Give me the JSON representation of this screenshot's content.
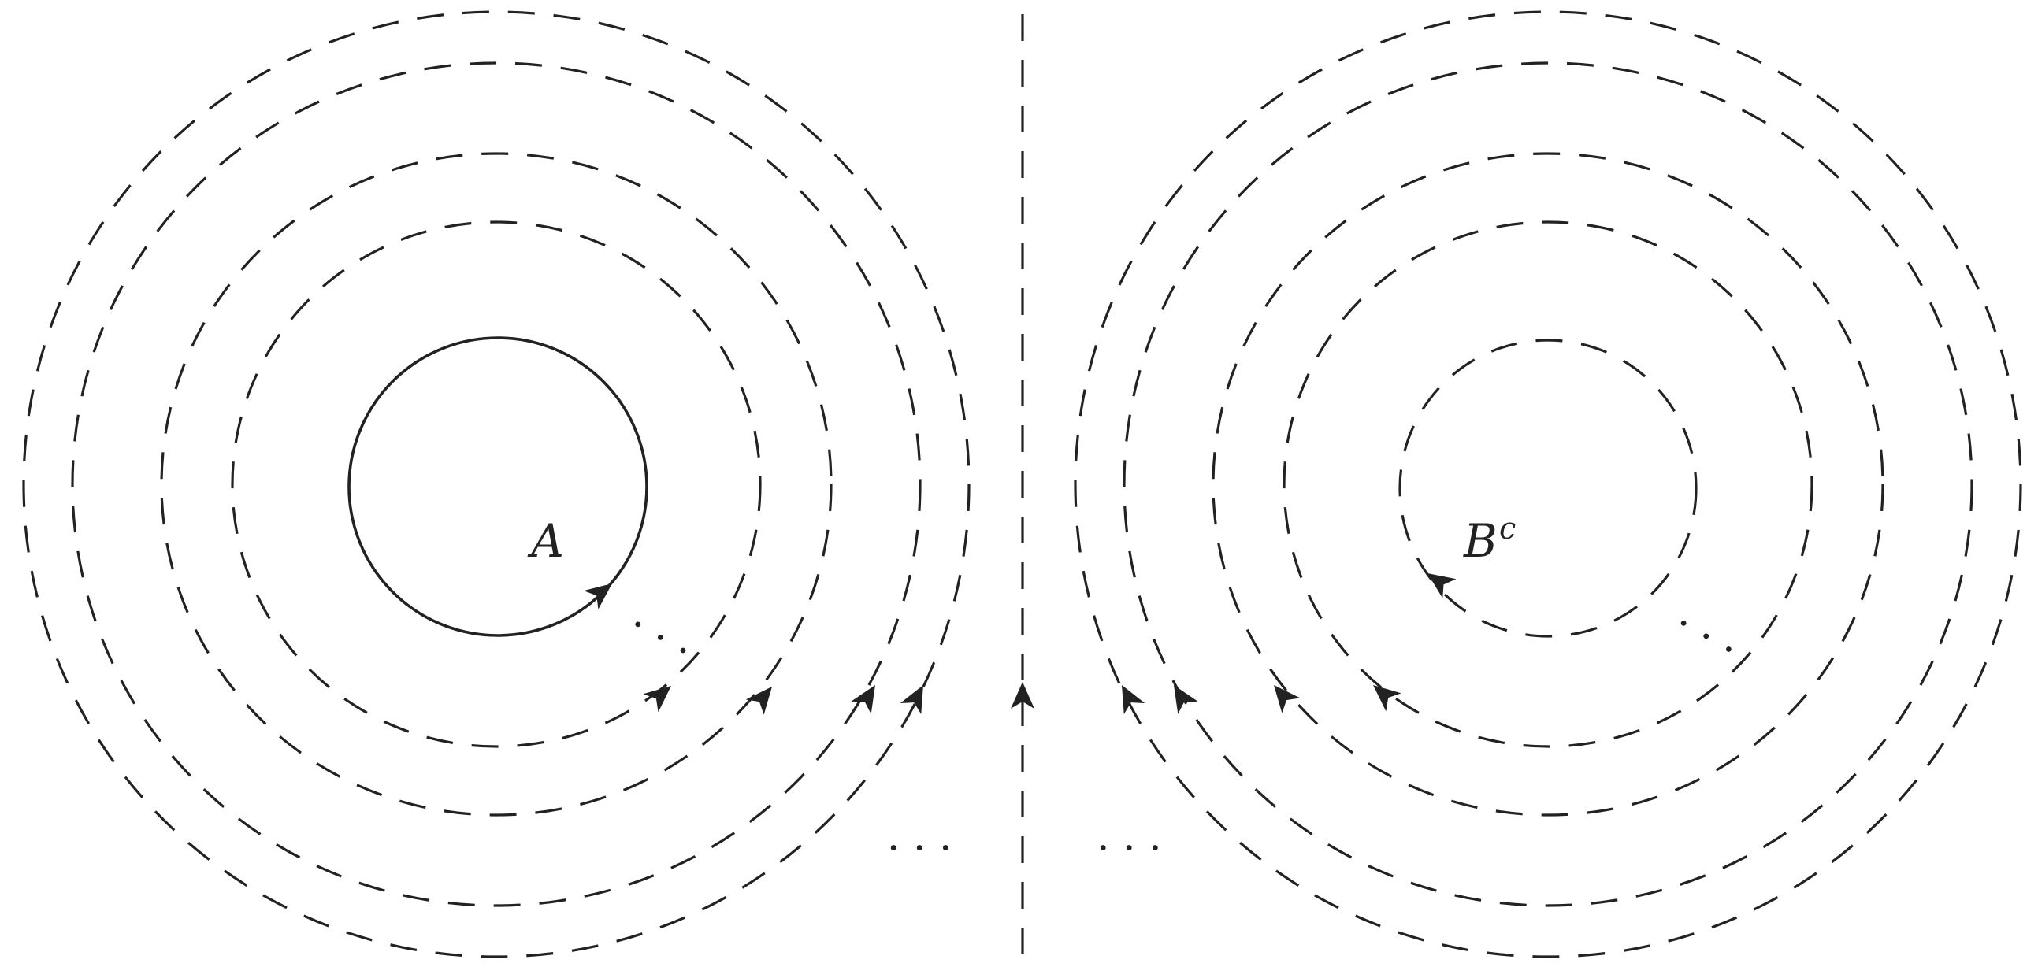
{
  "labels": {
    "set_a": "A",
    "set_b": "B",
    "set_b_superscript": "c"
  },
  "ellipsis": {
    "left_bottom": "· · ·",
    "right_bottom": "· · ·",
    "left_diagonal": "· · ·",
    "right_diagonal": "· · ·"
  },
  "colors": {
    "stroke": "#222222",
    "background": "#ffffff"
  }
}
